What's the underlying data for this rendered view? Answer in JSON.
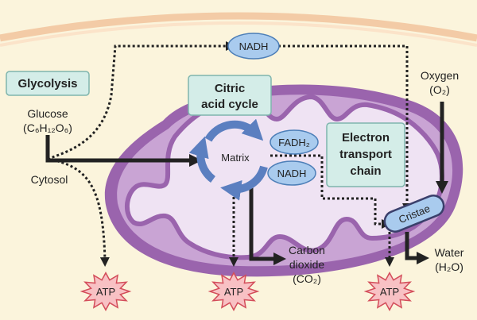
{
  "labels": {
    "nadh_top": "NADH",
    "glycolysis": "Glycolysis",
    "glucose": "Glucose",
    "glucose_formula": "(C₆H₁₂O₆)",
    "cytosol": "Cytosol",
    "citric_line1": "Citric",
    "citric_line2": "acid cycle",
    "matrix": "Matrix",
    "fadh2": "FADH₂",
    "nadh_inner": "NADH",
    "etc_line1": "Electron",
    "etc_line2": "transport",
    "etc_line3": "chain",
    "oxygen": "Oxygen",
    "oxygen_formula": "(O₂)",
    "cristae": "Cristae",
    "co2_line1": "Carbon",
    "co2_line2": "dioxide",
    "co2_line3": "(CO₂)",
    "water": "Water",
    "water_formula": "(H₂O)",
    "atp1": "ATP",
    "atp2": "ATP",
    "atp3": "ATP"
  },
  "colors": {
    "background": "#fbf4dc",
    "membrane_outer": "#9a64ad",
    "membrane_inner": "#c9a4d4",
    "matrix_fill": "#efe3f3",
    "box_fill": "#d4ede8",
    "box_stroke": "#7fb5ad",
    "ellipse_fill": "#a9cbee",
    "ellipse_stroke": "#4d7fb8",
    "cycle_arrow": "#5b7fc0",
    "atp_fill": "#f8c1c4",
    "atp_stroke": "#d34d5a",
    "cell_edge": "#f3cba6"
  }
}
